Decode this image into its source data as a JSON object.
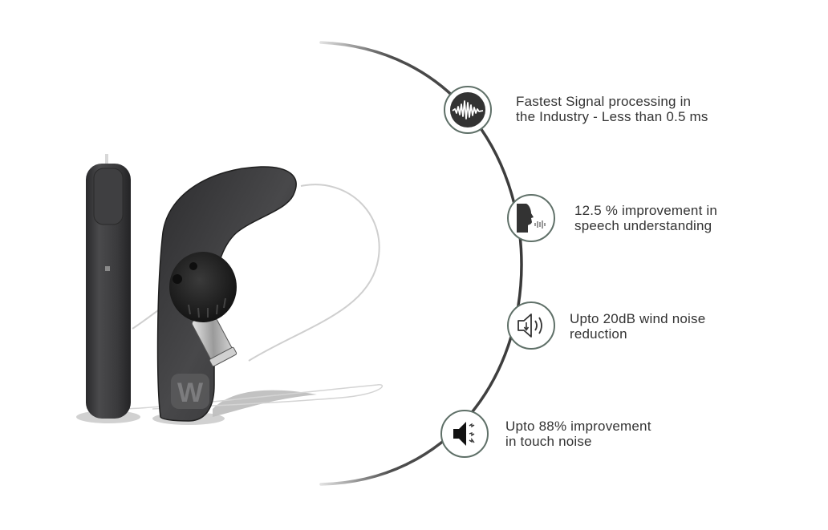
{
  "colors": {
    "text": "#333333",
    "icon_ring": "#5f7068",
    "icon_fill": "#333333",
    "arc": "#3a3a3a",
    "device_body": "#3b3b3d"
  },
  "product": {
    "image_alt": "hearing-aid-pair",
    "logo_letter": "W"
  },
  "features": [
    {
      "icon": "sound-wave-icon",
      "line1": "Fastest Signal processing in",
      "line2": "the Industry - Less than 0.5 ms"
    },
    {
      "icon": "speaking-head-icon",
      "line1": "12.5 % improvement in",
      "line2": "speech understanding"
    },
    {
      "icon": "speaker-wind-icon",
      "line1": "Upto 20dB wind noise",
      "line2": "reduction"
    },
    {
      "icon": "speaker-touch-noise-icon",
      "line1": "Upto 88% improvement",
      "line2": "in touch noise"
    }
  ]
}
